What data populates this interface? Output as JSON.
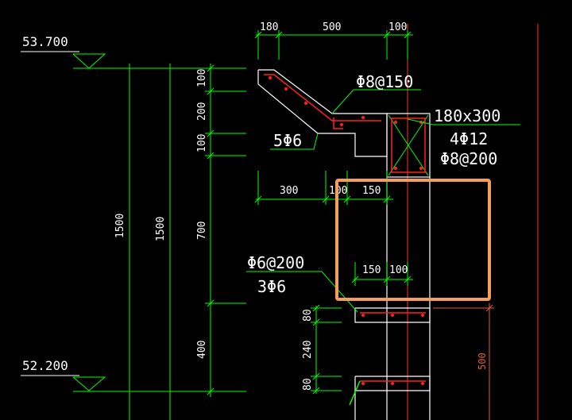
{
  "colors": {
    "background": "#000000",
    "dimension_line": "#00ff00",
    "concrete_outline": "#ffffff",
    "rebar": "#ff2020",
    "axis_line": "#ff3030",
    "highlight_box": "#f59e5a",
    "orange_dim": "#e0602a"
  },
  "elevations": {
    "top": "53.700",
    "bottom": "52.200"
  },
  "top_dims": {
    "d1": "180",
    "d2": "500",
    "d3": "100"
  },
  "left_dims": {
    "d100a": "100",
    "d200": "200",
    "d100b": "100",
    "d700": "700",
    "d400": "400",
    "total1": "1500",
    "total2": "1500"
  },
  "mid_dims": {
    "d300": "300",
    "d100": "100",
    "d150": "150"
  },
  "inner_dims": {
    "d150": "150",
    "d100": "100"
  },
  "lower_dims": {
    "d80a": "80",
    "d240": "240",
    "d80b": "80",
    "d500": "500"
  },
  "labels": {
    "rebar_slab": "Φ8@150",
    "beam_size": "180x300",
    "beam_main": "4Φ12",
    "beam_stirrup": "Φ8@200",
    "slope_bars": "5Φ6",
    "wall_stirrup": "Φ6@200",
    "wall_bars": "3Φ6"
  }
}
